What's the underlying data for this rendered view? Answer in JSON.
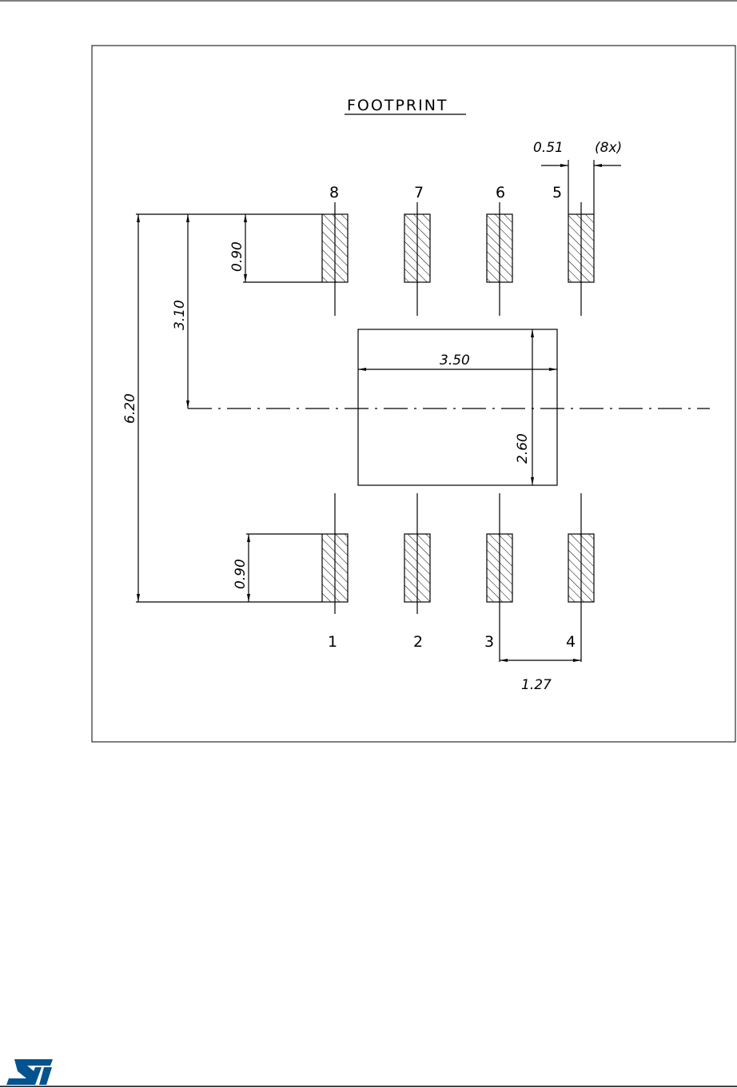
{
  "diagram": {
    "title": "FOOTPRINT",
    "top_pins": [
      "8",
      "7",
      "6",
      "5"
    ],
    "bottom_pins": [
      "1",
      "2",
      "3",
      "4"
    ],
    "dimensions": {
      "pad_width": "0.51",
      "pad_count": "(8x)",
      "pad_length_top": "0.90",
      "pad_length_bottom": "0.90",
      "total_height": "6.20",
      "half_height": "3.10",
      "body_width": "3.50",
      "body_height": "2.60",
      "pitch": "1.27"
    }
  },
  "footer": {
    "logo": "ST"
  },
  "colors": {
    "logo": "#03538f"
  }
}
